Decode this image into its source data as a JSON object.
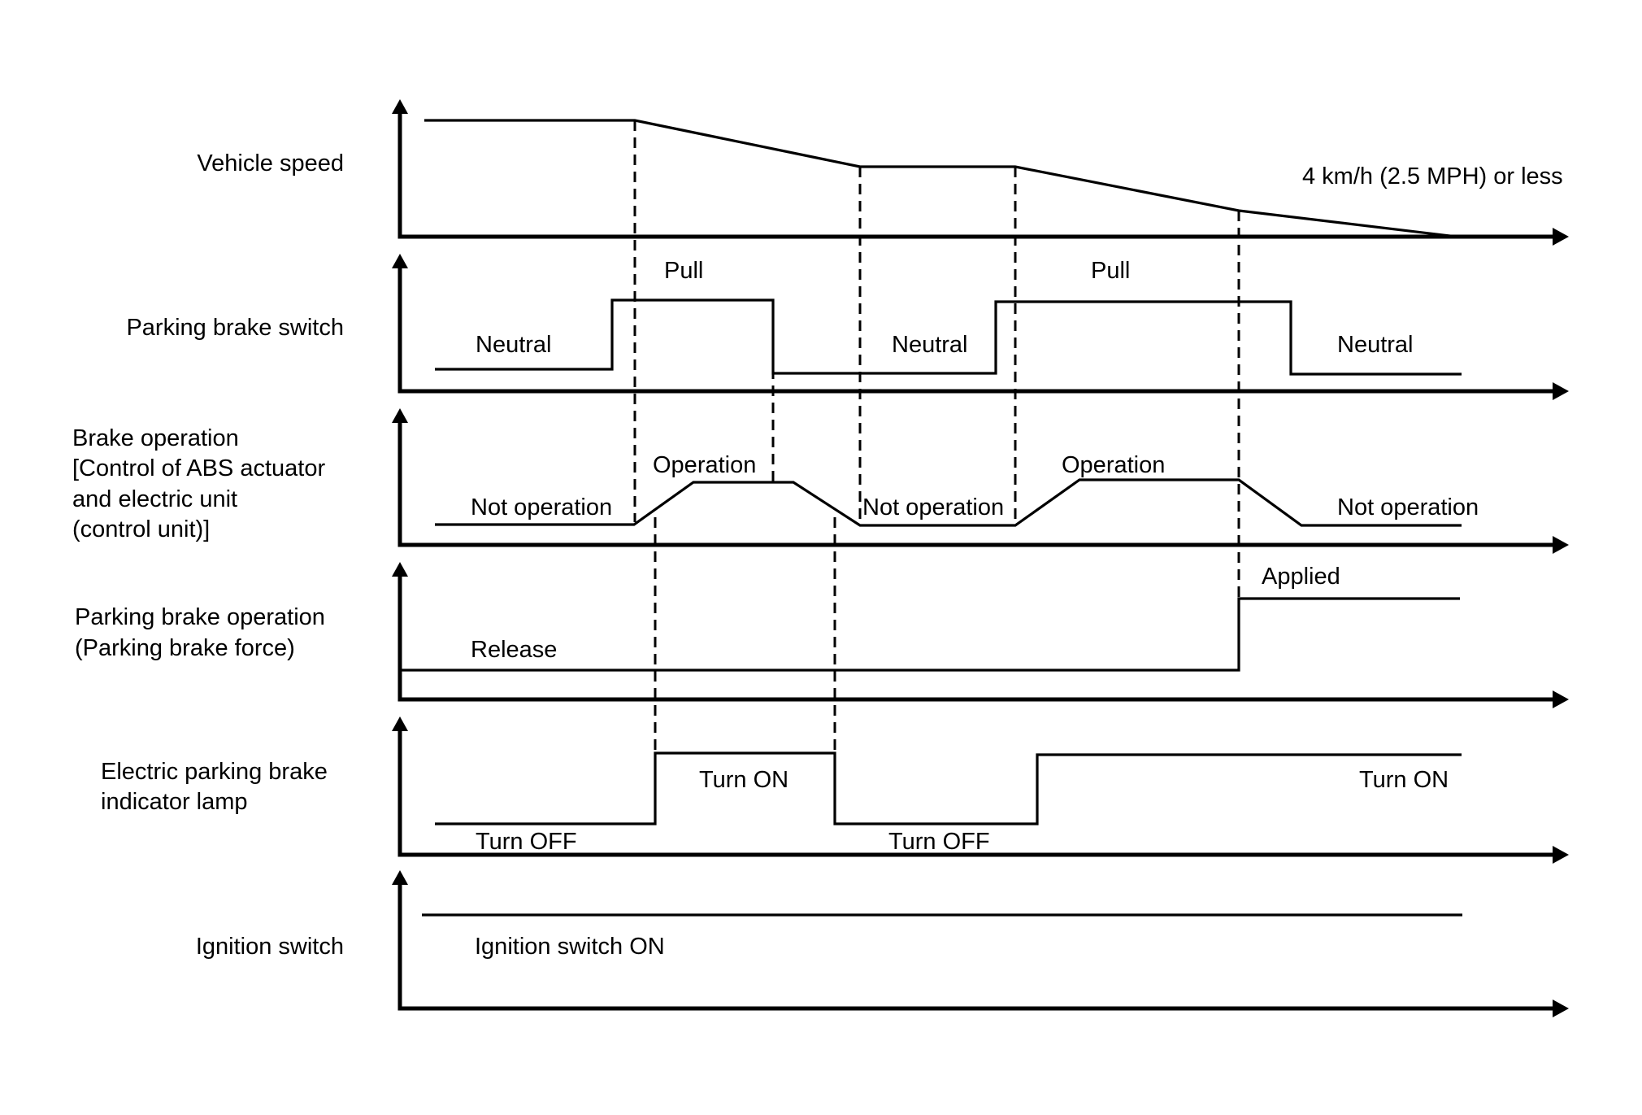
{
  "diagram": {
    "type": "timing-chart",
    "rows": [
      {
        "id": "vehicle-speed",
        "label": [
          "Vehicle speed"
        ],
        "states": [],
        "note": "4 km/h (2.5 MPH) or less"
      },
      {
        "id": "parking-brake-switch",
        "label": [
          "Parking brake switch"
        ],
        "states": [
          "Neutral",
          "Pull",
          "Neutral",
          "Pull",
          "Neutral"
        ]
      },
      {
        "id": "brake-operation",
        "label": [
          "Brake operation",
          "[Control of ABS actuator",
          "and electric unit",
          "(control unit)]"
        ],
        "states": [
          "Not operation",
          "Operation",
          "Not operation",
          "Operation",
          "Not operation"
        ]
      },
      {
        "id": "parking-brake-operation",
        "label": [
          "Parking brake operation",
          "(Parking brake force)"
        ],
        "states": [
          "Release",
          "Applied"
        ]
      },
      {
        "id": "indicator-lamp",
        "label": [
          "Electric parking brake",
          "indicator lamp"
        ],
        "states": [
          "Turn OFF",
          "Turn ON",
          "Turn OFF",
          "Turn ON"
        ]
      },
      {
        "id": "ignition-switch",
        "label": [
          "Ignition switch"
        ],
        "states": [
          "Ignition switch ON"
        ]
      }
    ]
  }
}
